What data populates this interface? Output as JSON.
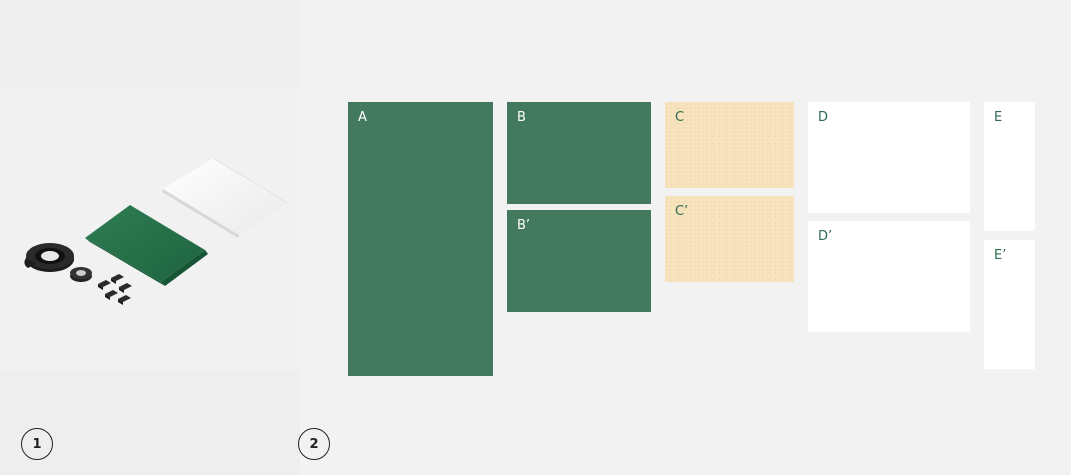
{
  "steps": {
    "one": "1",
    "two": "2"
  },
  "pieces": {
    "A": "A",
    "B": "B",
    "B_prime": "B’",
    "C": "C",
    "C_prime": "C’",
    "D": "D",
    "D_prime": "D’",
    "E": "E",
    "E_prime": "E’"
  },
  "colors": {
    "green": "#437a5f",
    "kraft": "#f7e3bd",
    "white": "#ffffff",
    "background": "#f2f2f2"
  },
  "icons": {
    "kit": "kit-parts-illustration"
  }
}
